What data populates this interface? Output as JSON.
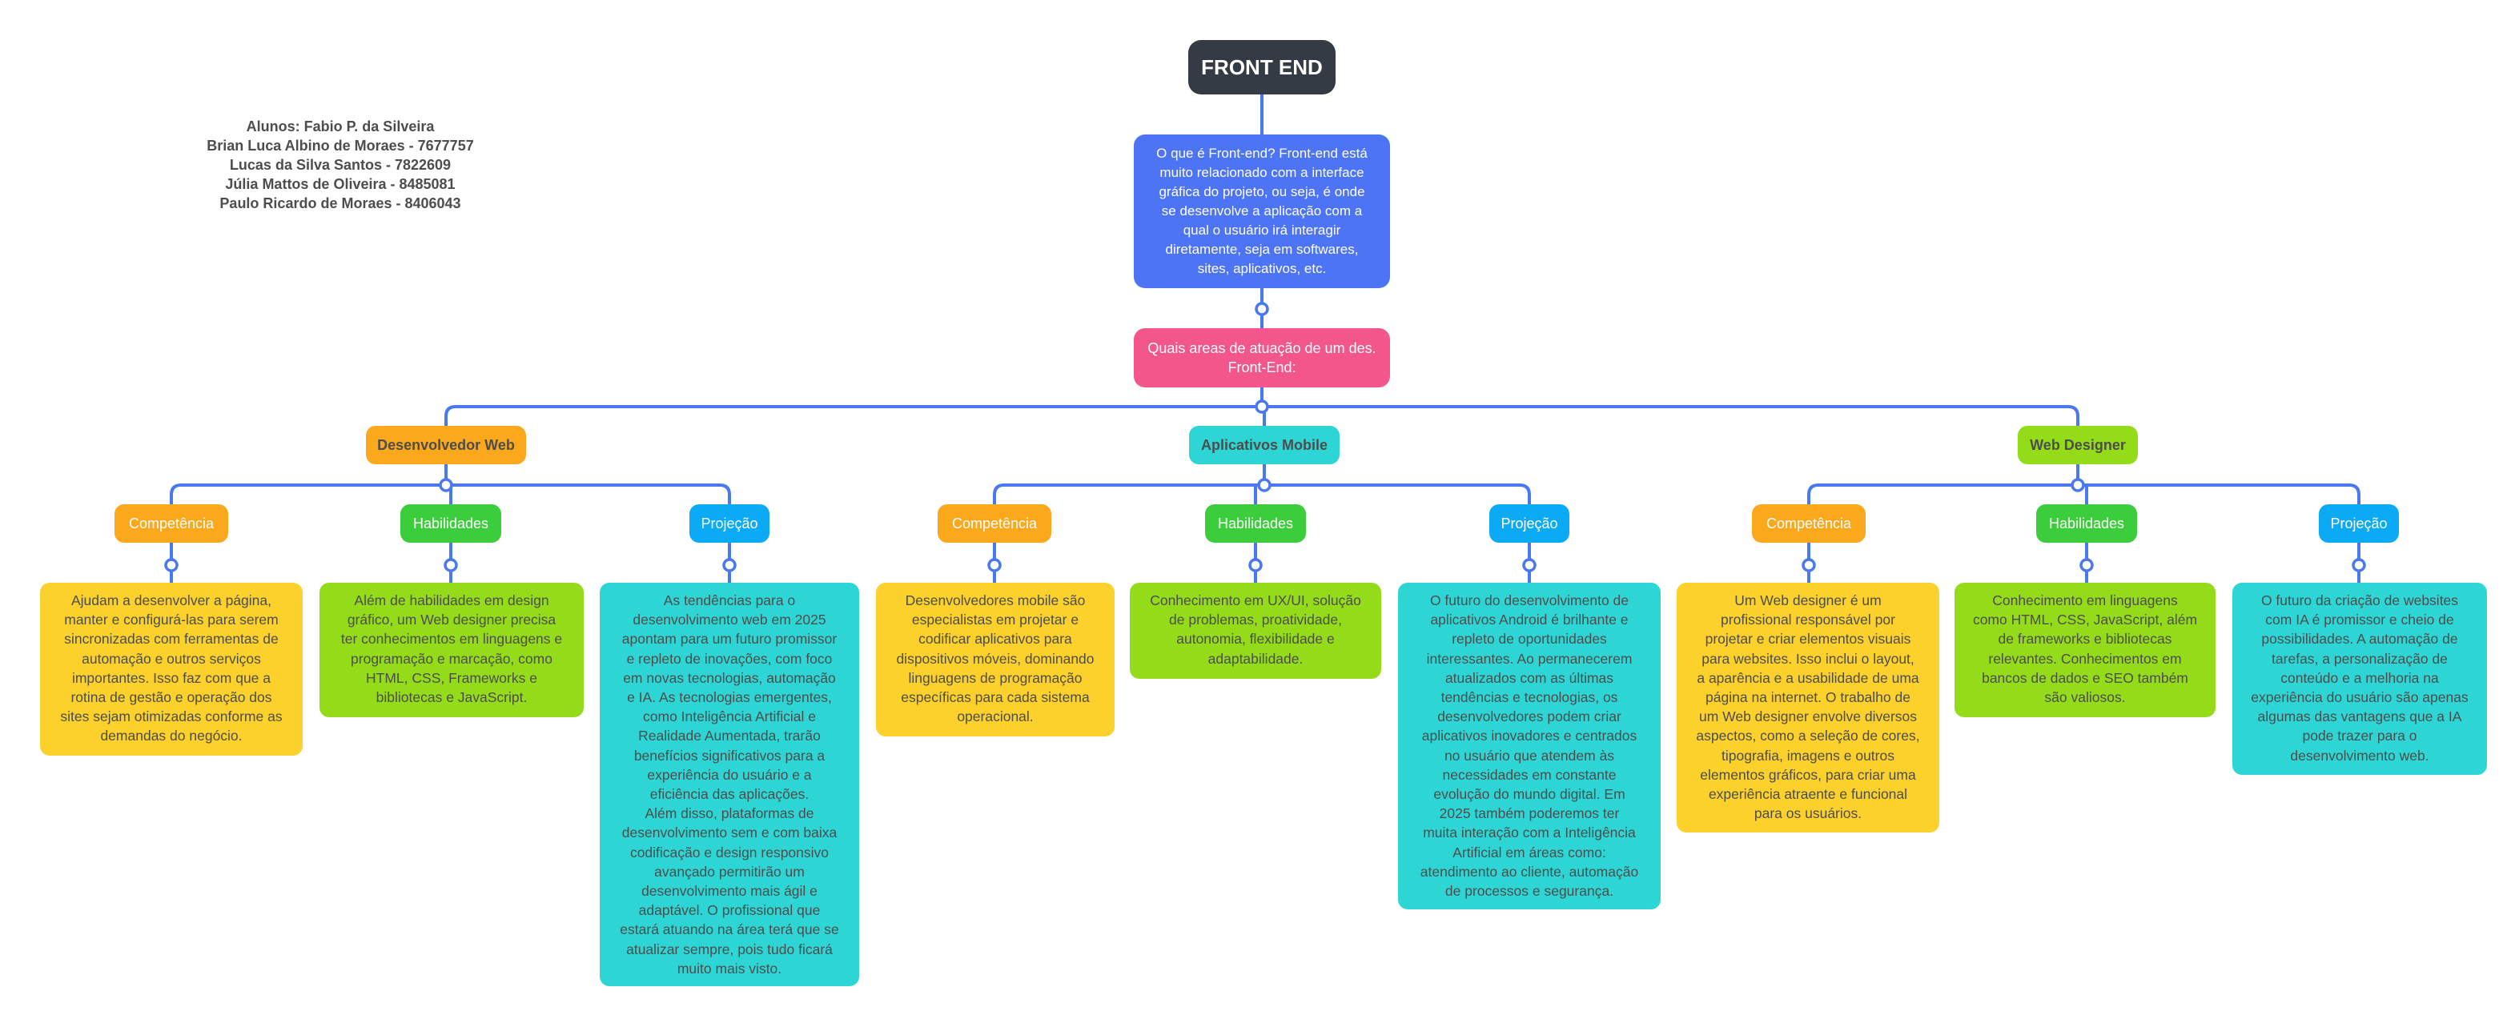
{
  "root": {
    "label": "FRONT END"
  },
  "students": [
    "Alunos: Fabio P. da Silveira",
    "Brian Luca Albino de Moraes - 7677757",
    "Lucas da Silva Santos - 7822609",
    "Júlia Mattos de Oliveira - 8485081",
    "Paulo Ricardo de Moraes - 8406043"
  ],
  "definition": {
    "lines": [
      "O que é Front-end? Front-end está",
      "muito relacionado com a interface",
      "gráfica do projeto, ou seja, é onde",
      "se desenvolve a aplicação com a",
      "qual o usuário irá interagir",
      "diretamente, seja em softwares,",
      "sites, aplicativos, etc."
    ]
  },
  "question": {
    "lines": [
      "Quais areas de atuação de um des.",
      "Front-End:"
    ]
  },
  "colors": {
    "connector": "#4a78f0",
    "root": "#343b44",
    "definition": "#4c74f5",
    "question": "#f2568b",
    "orange": "#fba81c",
    "teal": "#2ed5d5",
    "lime": "#94dc1a",
    "yellow": "#fdd12c",
    "green": "#3ccd3c",
    "blue": "#0aaaf5"
  },
  "areas": [
    {
      "label": "Desenvolvedor Web",
      "categories": [
        {
          "label": "Competência",
          "lines": [
            "Ajudam a desenvolver a página,",
            "manter e configurá-las para serem",
            "sincronizadas com ferramentas de",
            "automação e outros serviços",
            "importantes. Isso faz com que a",
            "rotina de gestão e operação dos",
            "sites sejam otimizadas conforme as",
            "demandas do negócio."
          ]
        },
        {
          "label": "Habilidades",
          "lines": [
            "Além de habilidades em design",
            "gráfico, um Web designer precisa",
            "ter conhecimentos em linguagens e",
            "programação e marcação, como",
            "HTML, CSS, Frameworks e",
            "bibliotecas e JavaScript."
          ]
        },
        {
          "label": "Projeção",
          "lines": [
            "As tendências para o",
            "desenvolvimento web em 2025",
            "apontam para um futuro promissor",
            "e repleto de inovações, com foco",
            "em novas tecnologias, automação",
            "e IA. As tecnologias emergentes,",
            "como Inteligência Artificial e",
            "Realidade Aumentada, trarão",
            "benefícios significativos para a",
            "experiência do usuário e a",
            "eficiência das aplicações.",
            "Além disso, plataformas de",
            "desenvolvimento sem e com baixa",
            "codificação e design responsivo",
            "avançado permitirão um",
            "desenvolvimento mais ágil e",
            "adaptável. O profissional que",
            "estará atuando na área terá que se",
            "atualizar sempre, pois tudo ficará",
            "muito mais visto."
          ]
        }
      ]
    },
    {
      "label": "Aplicativos Mobile",
      "categories": [
        {
          "label": "Competência",
          "lines": [
            "Desenvolvedores mobile são",
            "especialistas em projetar e",
            "codificar aplicativos para",
            "dispositivos móveis, dominando",
            "linguagens de programação",
            "específicas para cada sistema",
            "operacional."
          ]
        },
        {
          "label": "Habilidades",
          "lines": [
            "Conhecimento em UX/UI, solução",
            "de problemas, proatividade,",
            "autonomia, flexibilidade e",
            "adaptabilidade."
          ]
        },
        {
          "label": "Projeção",
          "lines": [
            "O futuro do desenvolvimento de",
            "aplicativos Android é brilhante e",
            "repleto de oportunidades",
            "interessantes. Ao permanecerem",
            "atualizados com as últimas",
            "tendências e tecnologias, os",
            "desenvolvedores podem criar",
            "aplicativos inovadores e centrados",
            "no usuário que atendem às",
            "necessidades em constante",
            "evolução do mundo digital. Em",
            "2025 também poderemos ter",
            "muita interação com a Inteligência",
            "Artificial em áreas como:",
            "atendimento ao cliente, automação",
            "de processos e segurança."
          ]
        }
      ]
    },
    {
      "label": "Web Designer",
      "categories": [
        {
          "label": "Competência",
          "lines": [
            "Um Web designer é um",
            "profissional responsável por",
            "projetar e criar elementos visuais",
            "para websites. Isso inclui o layout,",
            "a aparência e a usabilidade de uma",
            "página na internet. O trabalho de",
            "um Web designer envolve diversos",
            "aspectos, como a seleção de cores,",
            "tipografia, imagens e outros",
            "elementos gráficos, para criar uma",
            "experiência atraente e funcional",
            "para os usuários."
          ]
        },
        {
          "label": "Habilidades",
          "lines": [
            "Conhecimento em linguagens",
            "como HTML, CSS, JavaScript, além",
            "de frameworks e bibliotecas",
            "relevantes. Conhecimentos em",
            "bancos de dados e SEO também",
            "são valiosos."
          ]
        },
        {
          "label": "Projeção",
          "lines": [
            "O futuro da criação de websites",
            "com IA é promissor e cheio de",
            "possibilidades. A automação de",
            "tarefas, a personalização de",
            "conteúdo e a melhoria na",
            "experiência do usuário são apenas",
            "algumas das vantagens que a IA",
            "pode trazer para o",
            "desenvolvimento web."
          ]
        }
      ]
    }
  ]
}
